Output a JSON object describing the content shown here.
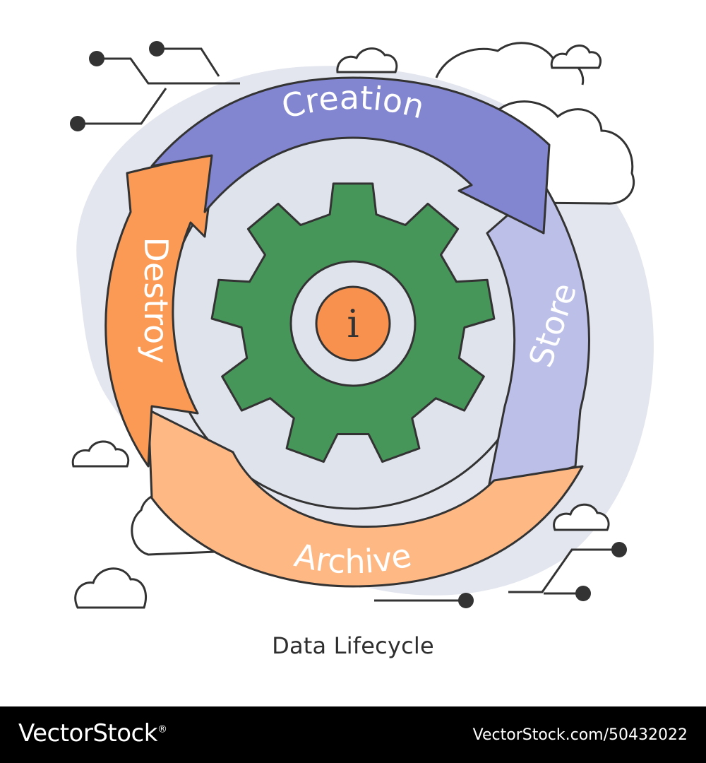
{
  "diagram": {
    "stages": [
      {
        "label": "Creation",
        "color": "#8285cf"
      },
      {
        "label": "Store",
        "color": "#bcbfe8"
      },
      {
        "label": "Archive",
        "color": "#fdb884"
      },
      {
        "label": "Destroy",
        "color": "#fb9a55"
      }
    ],
    "center_glyph": "i",
    "gear_color": "#46965a",
    "hub_color": "#f8914e",
    "title": "Data Lifecycle"
  },
  "footer": {
    "brand": "VectorStock",
    "brand_trademark": "®",
    "url": "VectorStock.com/50432022"
  }
}
